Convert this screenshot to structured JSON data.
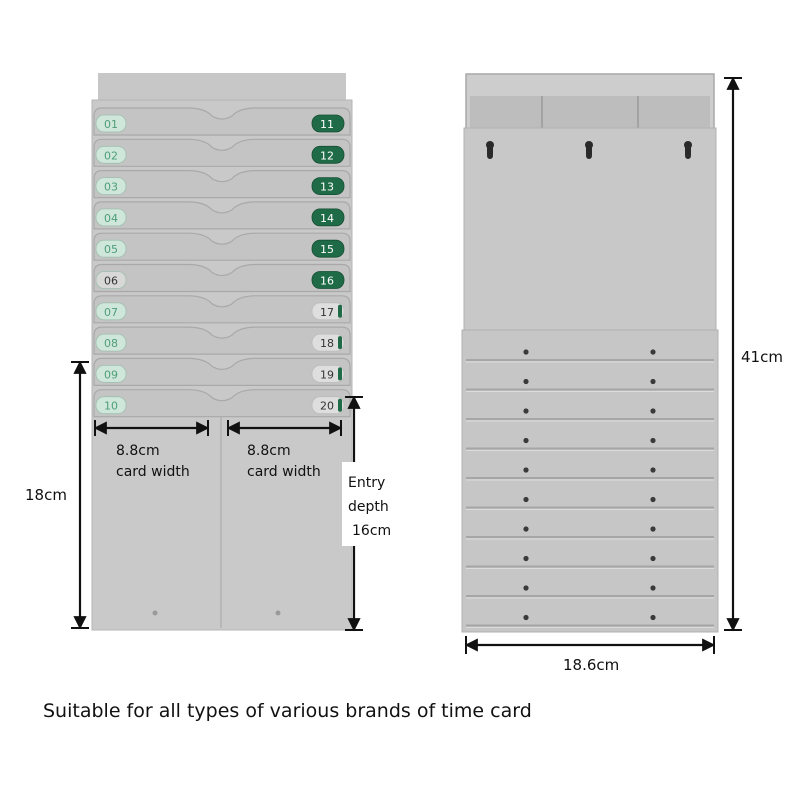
{
  "left_rack": {
    "left_slots": [
      "01",
      "02",
      "03",
      "04",
      "05",
      "06",
      "07",
      "08",
      "09",
      "10"
    ],
    "right_slots": [
      "11",
      "12",
      "13",
      "14",
      "15",
      "16",
      "17",
      "18",
      "19",
      "20"
    ],
    "card_width_value_left": "8.8cm",
    "card_width_text_left": "card width",
    "card_width_value_right": "8.8cm",
    "card_width_text_right": "card width",
    "height_label": "18cm",
    "entry_depth_line1": "Entry",
    "entry_depth_line2": "depth",
    "entry_depth_line3": "16cm"
  },
  "right_rack": {
    "height_label": "41cm",
    "width_label": "18.6cm"
  },
  "caption": "Suitable for all types of various brands of time card",
  "colors": {
    "plastic": "#c4c4c4",
    "plastic_dark": "#a9a9a9",
    "badge_green": "#1f6b47",
    "badge_light_green": "#cfe6da",
    "dimension_line": "#111111"
  }
}
